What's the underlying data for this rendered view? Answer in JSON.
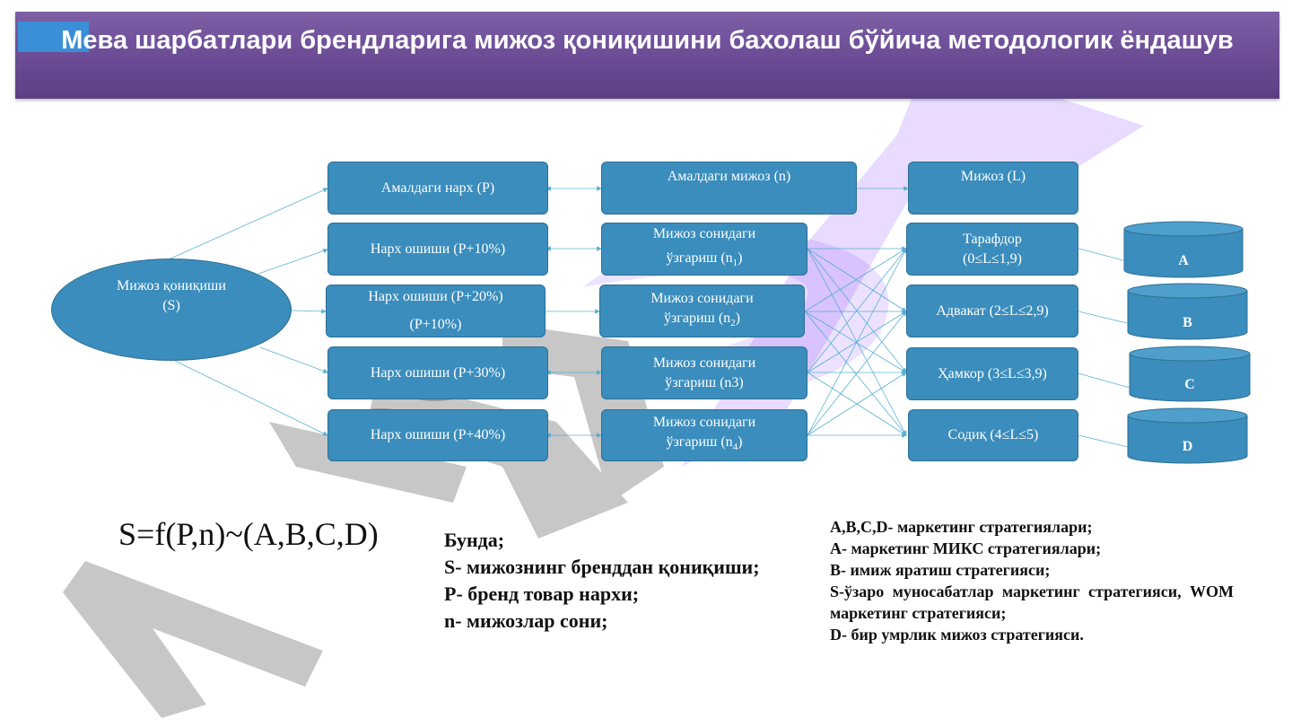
{
  "title": "Мева шарбатлари брендларига мижоз қониқишини бахолаш бўйича методологик ёндашув",
  "colors": {
    "box": "#3a8dbc",
    "title_bar": "#6a4b94",
    "accent": "#3a8fd6",
    "arrow": "#4aa8cf"
  },
  "root": {
    "line1": "Мижоз қониқиши",
    "line2": "(S)"
  },
  "price_column": {
    "p0": "Амалдаги нарх (P)",
    "p1": "Нарх ошиши (P+10%)",
    "p2_line1": "Нарх ошиши (P+20%)",
    "p2_line2": "(P+10%)",
    "p3": "Нарх ошиши (P+30%)",
    "p4": "Нарх ошиши (P+40%)"
  },
  "customer_column": {
    "n0": "Амалдаги мижоз (n)",
    "n1_line1": "Мижоз сонидаги",
    "n1_base": "ўзгариш (n",
    "n1_sub": "1",
    "n1_end": ")",
    "n2_line1": "Мижоз сонидаги",
    "n2_base": "ўзгариш (n",
    "n2_sub": "2",
    "n2_end": ")",
    "n3_line1": "Мижоз сонидаги",
    "n3_line2": "ўзгариш (n3)",
    "n4_line1": "Мижоз сонидаги",
    "n4_base": "ўзгариш (n",
    "n4_sub": "4",
    "n4_end": ")"
  },
  "loyalty_column": {
    "l0": "Мижоз (L)",
    "l1_line1": "Тарафдор",
    "l1_line2": "(0≤L≤1,9)",
    "l2": "Адвакат (2≤L≤2,9)",
    "l3": "Ҳамкор (3≤L≤3,9)",
    "l4": "Содиқ (4≤L≤5)"
  },
  "strategies": [
    "A",
    "B",
    "C",
    "D"
  ],
  "formula": "S=f(P,n)~(A,B,C,D)",
  "legend_left": {
    "l1": "Бунда;",
    "l2": "S- мижознинг бренддан қониқиши;",
    "l3": "P- бренд товар нархи;",
    "l4": "n- мижозлар сони;"
  },
  "legend_right": {
    "l1": "A,B,C,D- маркетинг стратегиялари;",
    "l2": "A- маркетинг МИКС стратегиялари;",
    "l3": "B- имиж яратиш стратегияси;",
    "l4": "S-ўзаро муносабатлар маркетинг стратегияси, WOM маркетинг стратегияси;",
    "l5": "D- бир умрлик мижоз стратегияси."
  }
}
